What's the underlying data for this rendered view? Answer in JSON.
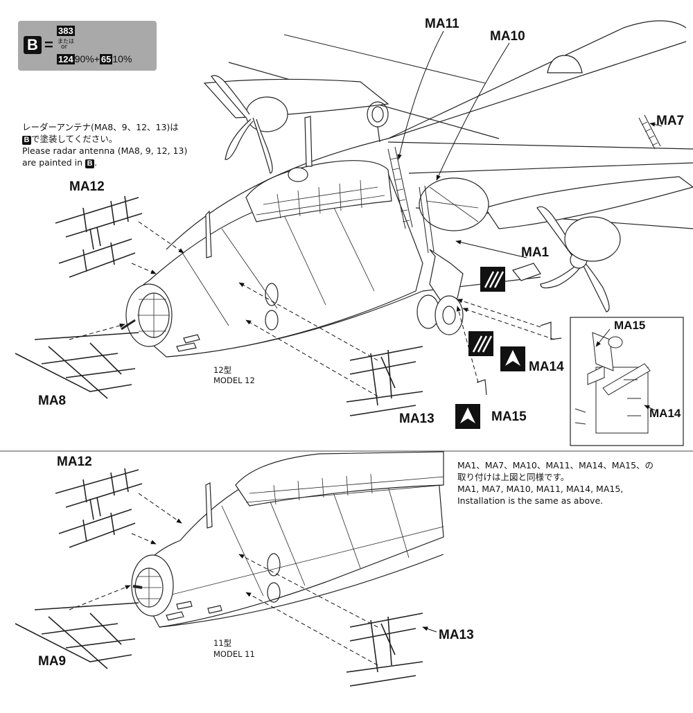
{
  "color_key": {
    "letter": "B",
    "equals": "=",
    "code_primary": "383",
    "or_jp": "または",
    "or_en": "or",
    "code_a": "124",
    "pct_a": "90%",
    "plus": "+",
    "code_b": "65",
    "pct_b": "10%"
  },
  "note_top": {
    "jp_line1": "レーダーアンテナ(MA8、9、12、13)は",
    "jp_line2": "で塗装してください。",
    "en_line1": "Please radar antenna (MA8, 9, 12, 13)",
    "en_line2_pre": "are painted in",
    "en_line2_post": "."
  },
  "note_bottom": {
    "jp_line1": "MA1、MA7、MA10、MA11、MA14、MA15、の",
    "jp_line2": "取り付けは上図と同様です。",
    "en_line1": "MA1, MA7, MA10, MA11, MA14, MA15,",
    "en_line2": "Installation is the same as above."
  },
  "parts_top": {
    "ma11": "MA11",
    "ma10": "MA10",
    "ma7": "MA7",
    "ma1": "MA1",
    "ma12": "MA12",
    "ma8": "MA8",
    "ma13": "MA13",
    "ma14": "MA14",
    "ma15": "MA15",
    "inset_ma15": "MA15",
    "inset_ma14": "MA14"
  },
  "model_top": {
    "jp": "12型",
    "en": "MODEL 12"
  },
  "parts_bottom": {
    "ma12": "MA12",
    "ma9": "MA9",
    "ma13": "MA13"
  },
  "model_bottom": {
    "jp": "11型",
    "en": "MODEL 11"
  },
  "colors": {
    "line": "#222222",
    "swatch_bg": "#a9a9a9",
    "ink": "#111111"
  }
}
